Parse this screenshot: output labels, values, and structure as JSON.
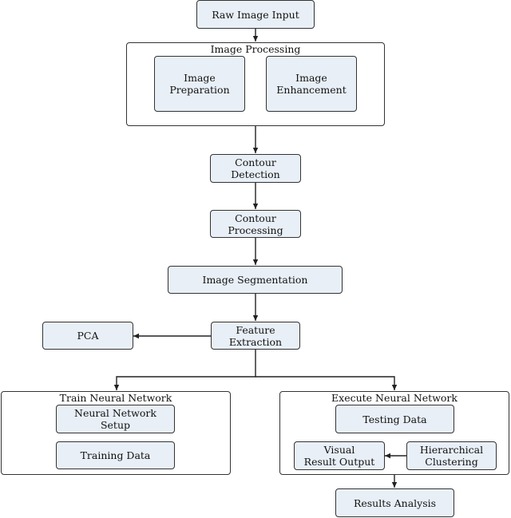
{
  "nodes": {
    "raw_input": "Raw Image Input",
    "image_preparation": "Image Preparation",
    "image_enhancement": [
      "Image",
      "Enhancement"
    ],
    "contour_detection": "Contour Detection",
    "contour_processing": "Contour Processing",
    "image_segmentation": "Image Segmentation",
    "feature_extraction": "Feature Extraction",
    "pca": "PCA",
    "nn_setup": "Neural Network Setup",
    "training_data": "Training Data",
    "testing_data": "Testing Data",
    "visual_output": [
      "Visual",
      "Result Output"
    ],
    "hierarchical_clustering": [
      "Hierarchical",
      "Clustering"
    ],
    "results_analysis": "Results Analysis"
  },
  "groups": {
    "image_processing": "Image Processing",
    "train_nn": "Train Neural Network",
    "execute_nn": "Execute Neural Network"
  },
  "colors": {
    "node_fill": "#e8eff7",
    "stroke": "#333333"
  }
}
